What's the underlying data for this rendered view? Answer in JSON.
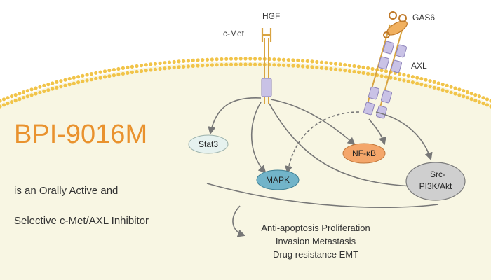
{
  "title": "BPI-9016M",
  "subtitle_line1": "is an Orally Active and",
  "subtitle_line2": "Selective c-Met/AXL Inhibitor",
  "receptors": {
    "hgf": "HGF",
    "cmet": "c-Met",
    "gas6": "GAS6",
    "axl": "AXL"
  },
  "nodes": {
    "stat3": "Stat3",
    "mapk": "MAPK",
    "nfkb": "NF-κB",
    "src_line1": "Src-",
    "src_line2": "PI3K/Akt"
  },
  "outcomes": {
    "line1": "Anti-apoptosis Proliferation",
    "line2": "Invasion Metastasis",
    "line3": "Drug resistance EMT"
  },
  "colors": {
    "title": "#e9922e",
    "cell_fill": "#f8f6e3",
    "membrane_bead": "#f1c449",
    "stat3_fill": "#e6f2ef",
    "mapk_fill": "#72b4c9",
    "nfkb_fill": "#f4a66a",
    "src_fill": "#cfcfcf",
    "receptor_box": "#c9c2e6"
  }
}
